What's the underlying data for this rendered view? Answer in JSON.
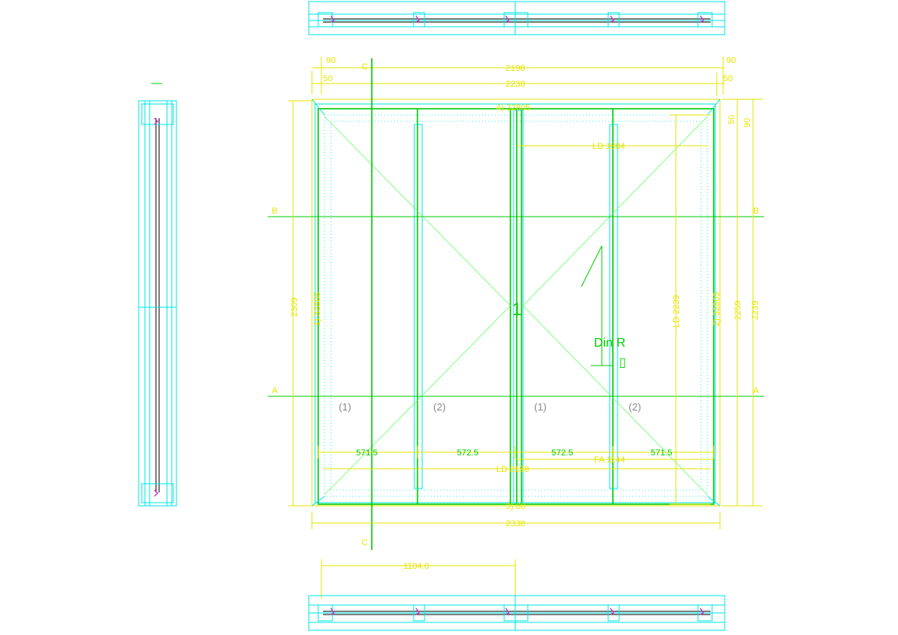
{
  "top_dims": {
    "d90_left": "90",
    "d2198": "2198",
    "d90_right": "90",
    "d50_left": "50",
    "d2238": "2238",
    "d50_right": "50"
  },
  "frame_labels": {
    "top": "4) 32805",
    "left": "1) 32805",
    "right": "2) 32805",
    "bottom": "3) 60"
  },
  "right_dims": {
    "d50": "50",
    "d90": "90",
    "d2259": "2259",
    "d2239": "2239"
  },
  "left_dim": {
    "d2309": "2309"
  },
  "sections": {
    "b": "B",
    "a": "A",
    "c": "C"
  },
  "panel_labels": [
    "(1)",
    "(2)",
    "(1)",
    "(2)"
  ],
  "inner_dims": {
    "ld_1084": "LD 1084",
    "ld_2239": "LD 2239",
    "ld_2198": "LD 2198",
    "fa_1144": "FA 1144"
  },
  "panel_widths": [
    "571.5",
    "572.5",
    "572.5",
    "571.5"
  ],
  "bottom_dims": {
    "d2338": "2338",
    "d1104": "1104.0"
  },
  "center_mark": "1",
  "hinge_label": "Din R",
  "hinge_symbol": "▯"
}
